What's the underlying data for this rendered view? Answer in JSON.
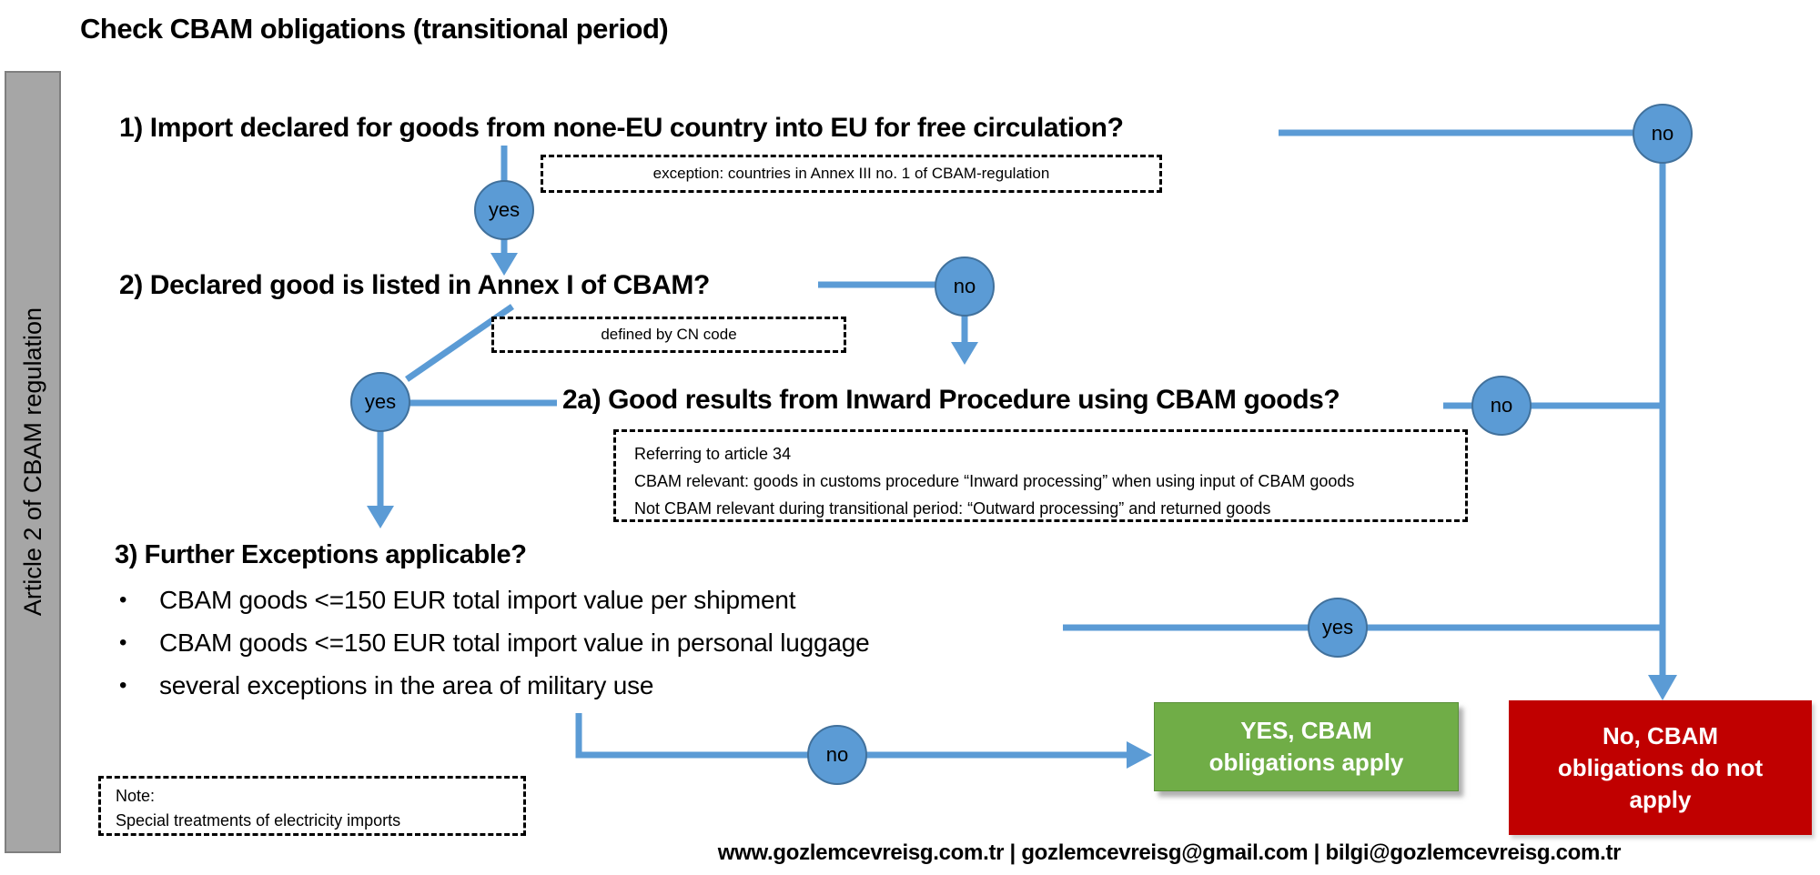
{
  "title": "Check CBAM obligations (transitional period)",
  "sidebar": {
    "label": "Article 2 of CBAM regulation"
  },
  "labels": {
    "yes": "yes",
    "no": "no"
  },
  "flow": {
    "q1": {
      "text": "1) Import declared for goods from none-EU country into EU for free circulation?",
      "note": "exception: countries in Annex III no. 1 of CBAM-regulation"
    },
    "q2": {
      "text": "2) Declared good is listed in Annex I of CBAM?",
      "note": "defined by CN code"
    },
    "q2a": {
      "text": "2a) Good results from Inward Procedure using CBAM goods?",
      "note_lines": [
        "Referring to article 34",
        "CBAM relevant: goods in customs procedure “Inward processing” when using input of CBAM goods",
        "Not CBAM relevant during transitional period: “Outward processing” and returned goods"
      ]
    },
    "q3": {
      "text": "3) Further Exceptions applicable?",
      "bullets": [
        "CBAM goods <=150 EUR total import value per shipment",
        "CBAM goods <=150 EUR total import value in personal luggage",
        "several exceptions in the area of military use"
      ],
      "bullet_char": "•"
    }
  },
  "results": {
    "yes_lines": [
      "YES, CBAM",
      "obligations apply"
    ],
    "no_lines": [
      "No, CBAM",
      "obligations do not",
      "apply"
    ]
  },
  "note_box": {
    "lines": [
      "Note:",
      "Special treatments of electricity imports"
    ]
  },
  "footer": {
    "text": "www.gozlemcevreisg.com.tr | gozlemcevreisg@gmail.com | bilgi@gozlemcevreisg.com.tr"
  },
  "colors": {
    "connector_blue": "#5B9BD5",
    "circle_border": "#41719C",
    "result_green": "#70AD47",
    "result_red": "#C00000",
    "sidebar_gray": "#A6A6A6"
  }
}
